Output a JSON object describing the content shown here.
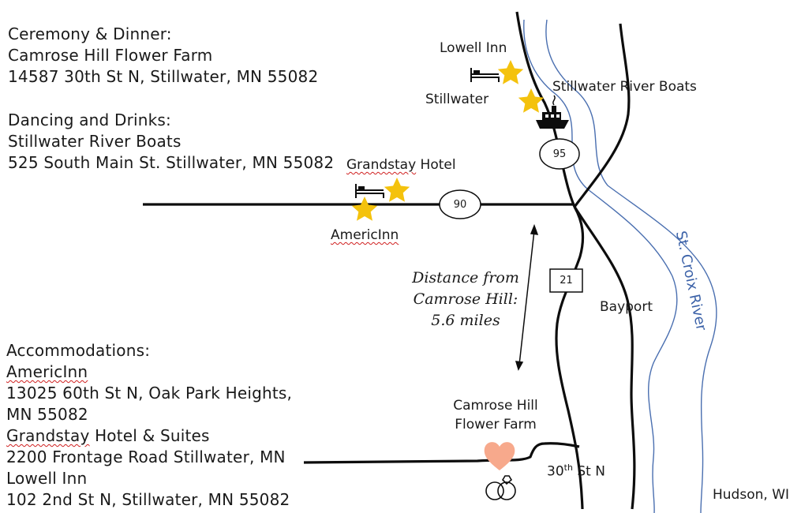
{
  "info": {
    "ceremony_heading": "Ceremony & Dinner:",
    "ceremony_venue": "Camrose Hill Flower Farm",
    "ceremony_address": "14587 30th St N, Stillwater, MN 55082",
    "dancing_heading": "Dancing and Drinks:",
    "dancing_venue": "Stillwater River Boats",
    "dancing_address": "525 South Main St. Stillwater, MN 55082",
    "accom_heading": "Accommodations:",
    "accom_1_name": "AmericInn",
    "accom_1_address_line1": "13025 60th St N, Oak Park Heights,",
    "accom_1_address_line2": "MN 55082",
    "accom_2_name_part1": "Grandstay",
    "accom_2_name_part2": " Hotel & Suites",
    "accom_2_address": "2200 Frontage Road Stillwater, MN",
    "accom_3_name": "Lowell Inn",
    "accom_3_address": "102 2nd St N, Stillwater, MN 55082"
  },
  "map_labels": {
    "lowell_inn": "Lowell Inn",
    "stillwater": "Stillwater",
    "stillwater_river_boats": "Stillwater River Boats",
    "grandstay_part1": "Grandstay",
    "grandstay_part2": " Hotel",
    "americinn": "AmericInn",
    "distance_line1": "Distance from",
    "distance_line2": "Camrose Hill:",
    "distance_line3": "5.6 miles",
    "bayport": "Bayport",
    "st_croix_river": "St. Croix River",
    "camrose_line1": "Camrose Hill",
    "camrose_line2": "Flower Farm",
    "street_30th_number": "30",
    "street_30th_suffix": "th",
    "street_30th_name": " St N",
    "hudson": "Hudson, WI"
  },
  "shields": {
    "hwy_95": "95",
    "hwy_90": "90",
    "hwy_21": "21"
  },
  "colors": {
    "road": "#0d0d0d",
    "river": "#4a6fb0",
    "star": "#f4c20d",
    "heart": "#f7a98c",
    "text": "#1a1a1a",
    "spellcheck": "#d02020"
  },
  "icons": [
    "bed-icon",
    "star-icon",
    "boat-icon",
    "heart-icon",
    "rings-icon"
  ]
}
